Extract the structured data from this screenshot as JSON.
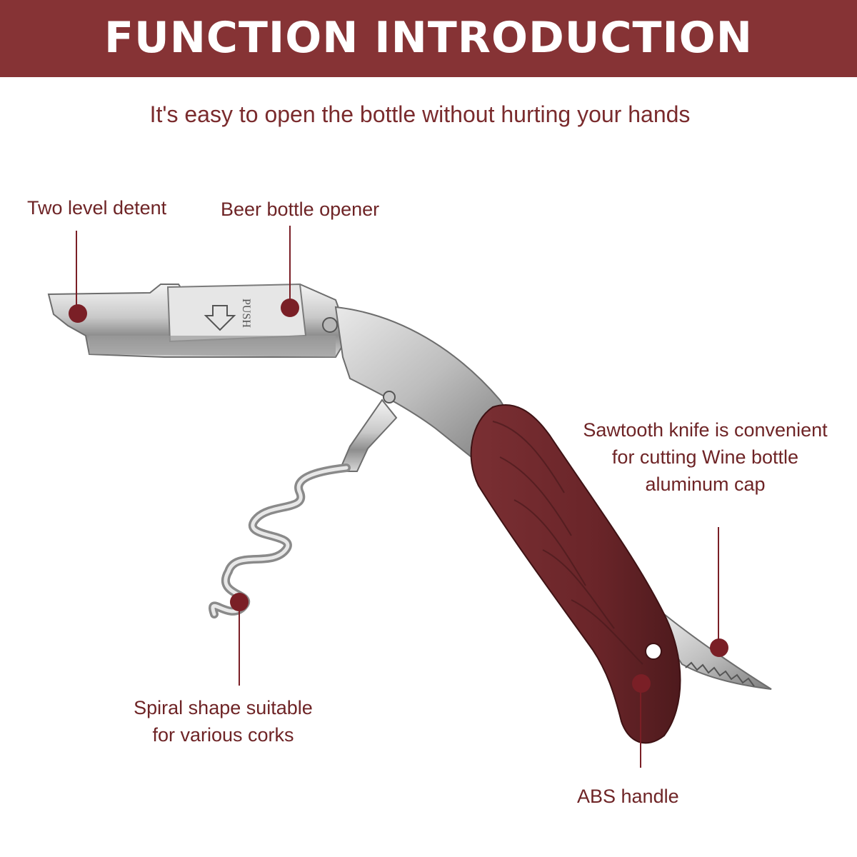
{
  "header": {
    "title": "FUNCTION INTRODUCTION"
  },
  "subtitle": "It's easy to open the bottle without hurting your hands",
  "product": {
    "stamp_text": "PUSH"
  },
  "callouts": {
    "two_level_detent": "Two level detent",
    "beer_opener": "Beer bottle opener",
    "knife_line1": "Sawtooth knife is convenient",
    "knife_line2": "for cutting Wine bottle",
    "knife_line3": "aluminum cap",
    "spiral_line1": "Spiral shape suitable",
    "spiral_line2": "for various corks",
    "abs_handle": "ABS handle"
  },
  "colors": {
    "banner": "#863335",
    "accent": "#7a1f26",
    "handle": "#6b2a2e",
    "text": "#6e2426"
  }
}
